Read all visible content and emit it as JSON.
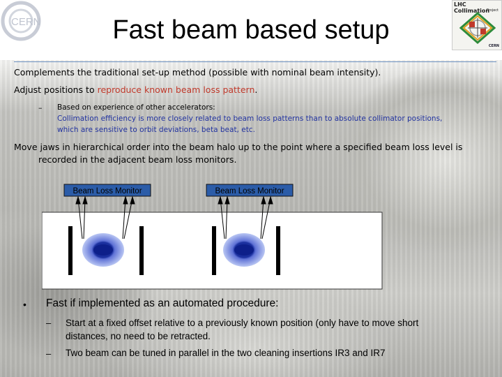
{
  "header": {
    "title": "Fast beam based setup",
    "logo_left_text": "CERN",
    "logo_right": {
      "title": "LHC Collimation",
      "subtitle": "Project",
      "org": "CERN"
    }
  },
  "body": {
    "line1": "Complements the traditional set-up method (possible with nominal beam intensity).",
    "line2_prefix": "Adjust positions to ",
    "line2_highlight": "reproduce known beam loss pattern",
    "line2_suffix": ".",
    "sub_dash": "–",
    "sub1": "Based on experience of other accelerators:",
    "sub2": "Collimation efficiency is more closely related to beam loss patterns than to absolute collimator positions,",
    "sub3": "which are sensitive to orbit deviations, beta beat, etc.",
    "line3": "Move jaws in hierarchical order into the beam halo up to the point where a specified beam loss level is",
    "line4": "recorded in the adjacent beam loss monitors."
  },
  "diagram": {
    "monitor_labels": [
      "Beam Loss Monitor",
      "Beam Loss Monitor"
    ]
  },
  "bullets": {
    "bullet_symbol": "•",
    "main": "Fast if implemented as an automated procedure:",
    "dash": "–",
    "sub1_line1": "Start at a fixed offset relative to a previously known position (only have to move short",
    "sub1_line2": "distances, no need to be retracted.",
    "sub2": "Two beam can be tuned in parallel in the two cleaning insertions IR3 and IR7"
  },
  "colors": {
    "highlight": "#c0392b",
    "sub_text": "#2233a0",
    "rule": "#6b8fbf",
    "monitor_box": "#2b5ca8",
    "beam_core": "#1a2f9e",
    "beam_halo": "#a8b8f0"
  }
}
